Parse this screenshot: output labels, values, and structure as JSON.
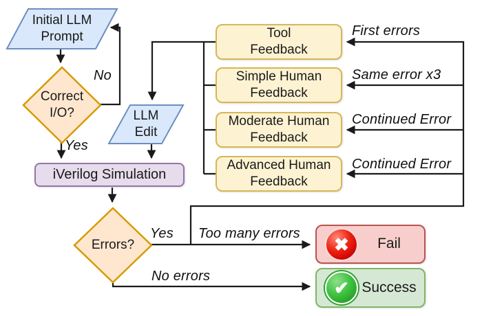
{
  "diagram": {
    "title": "LLM hardware-design feedback loop flowchart",
    "nodes": {
      "initial_prompt": {
        "label": "Initial LLM\nPrompt",
        "shape": "parallelogram"
      },
      "correct_io": {
        "label": "Correct\nI/O?",
        "shape": "diamond"
      },
      "llm_edit": {
        "label": "LLM\nEdit",
        "shape": "parallelogram"
      },
      "iverilog": {
        "label": "iVerilog Simulation",
        "shape": "rounded-rect"
      },
      "errors": {
        "label": "Errors?",
        "shape": "diamond"
      },
      "tool_feedback": {
        "label": "Tool\nFeedback",
        "shape": "rounded-rect"
      },
      "simple_feedback": {
        "label": "Simple Human\nFeedback",
        "shape": "rounded-rect"
      },
      "moderate_feedback": {
        "label": "Moderate Human\nFeedback",
        "shape": "rounded-rect"
      },
      "advanced_feedback": {
        "label": "Advanced Human\nFeedback",
        "shape": "rounded-rect"
      },
      "fail": {
        "label": "Fail",
        "shape": "rounded-rect"
      },
      "success": {
        "label": "Success",
        "shape": "rounded-rect"
      }
    },
    "icons": {
      "fail_x": "✖",
      "success_check": "✔"
    },
    "edge_labels": {
      "no": "No",
      "yes_io": "Yes",
      "yes_errors": "Yes",
      "first_errors": "First errors",
      "same_error_x3": "Same error x3",
      "continued_error_1": "Continued Error",
      "continued_error_2": "Continued Error",
      "too_many_errors": "Too many errors",
      "no_errors": "No errors"
    },
    "colors": {
      "io_fill": "#dae8fc",
      "io_stroke": "#6c8ebf",
      "decision_fill": "#ffe7cf",
      "decision_stroke": "#d79b00",
      "feedback_fill": "#fdf3d2",
      "feedback_stroke": "#d6b656",
      "simulation_fill": "#e6dcec",
      "simulation_stroke": "#9673a6",
      "fail_fill": "#f8cecc",
      "fail_stroke": "#b85450",
      "success_fill": "#d5e8d4",
      "success_stroke": "#82b366",
      "connector": "#1a1a1a"
    }
  }
}
